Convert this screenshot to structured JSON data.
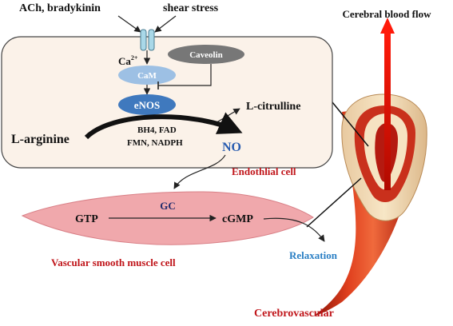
{
  "stimuli": {
    "ach": "ACh, bradykinin",
    "shear": "shear stress"
  },
  "cell": {
    "ca": "Ca",
    "ca_sup": "2+",
    "caveolin": "Caveolin",
    "cam": "CaM",
    "enos": "eNOS",
    "l_citrulline": "L-citrulline",
    "l_arginine": "L-arginine",
    "cofactors_1": "BH4, FAD",
    "cofactors_2": "FMN,  NADPH",
    "no": "NO",
    "label": "Endothlial cell"
  },
  "muscle": {
    "gc": "GC",
    "gtp": "GTP",
    "cgmp": "cGMP",
    "label": "Vascular smooth muscle cell",
    "relaxation": "Relaxation"
  },
  "vessel": {
    "flow": "Cerebral blood flow",
    "label": "Cerebrovascular"
  },
  "colors": {
    "cell_fill": "#fbf2e9",
    "muscle_fill": "#f0a8ac",
    "caveolin": "#777777",
    "cam": "#9dc0e4",
    "enos": "#3f79be",
    "label_red": "#c0151a",
    "relaxation_blue": "#2a7fc4",
    "no_blue": "#2a5db0",
    "gc_navy": "#1f2a6b",
    "flow_red": "#ff1a0a"
  }
}
